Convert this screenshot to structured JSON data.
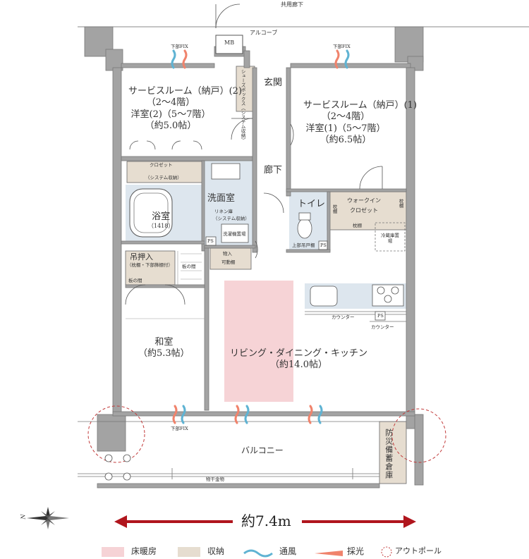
{
  "labels": {
    "corridor": "共用廊下",
    "alcove": "アルコーブ",
    "mb": "MB",
    "fix_top_left": "下部FIX",
    "fix_top_right": "下部FIX",
    "fix_bottom": "下部FIX",
    "entrance": "玄関",
    "hallway": "廊下",
    "shoebox": "シューズボックス（システム収納）",
    "closet": "クロゼット",
    "closet_sub": "（システム収納）",
    "washroom": "洗面室",
    "linen": "リネン庫",
    "linen_sub": "（システム収納）",
    "laundry": "洗濯機置場",
    "ps1": "PS",
    "ps2": "PS",
    "ps3": "PS",
    "toilet": "トイレ",
    "toilet_storage": "上部吊戸棚",
    "walkin_1": "ウォークイン",
    "walkin_2": "クロゼット",
    "shelf_1": "枕棚",
    "shelf_2": "枕棚",
    "shelf_3": "枕棚",
    "fridge": "冷蔵庫置場",
    "storage_1": "物入",
    "storage_2": "可動棚",
    "oshiire": "吊押入",
    "oshiire_sub": "（枕棚・下部飾棚付）",
    "board_1": "板の間",
    "board_2": "板の間",
    "counter_1": "カウンター",
    "counter_2": "カウンター",
    "balcony": "バルコニー",
    "laundry_pole": "物干金物",
    "emergency_storage": "防災備蓄倉庫",
    "north": "N"
  },
  "rooms": {
    "service2": [
      "サービスルーム（納戸）(2)",
      "（2〜4階）",
      "洋室(2)（5〜7階）",
      "（約5.0帖）"
    ],
    "service1": [
      "サービスルーム（納戸）(1)",
      "（2〜4階）",
      "洋室(1)（5〜7階）",
      "（約6.5帖）"
    ],
    "bath": [
      "浴室",
      "（1418）"
    ],
    "washitsu": [
      "和室",
      "（約5.3帖）"
    ],
    "ldk": [
      "リビング・ダイニング・キッチン",
      "（約14.0帖）"
    ]
  },
  "dimension": "約7.4m",
  "legend": [
    {
      "label": "床暖房",
      "color": "#f6d3d6"
    },
    {
      "label": "収納",
      "color": "#e6ddd0"
    },
    {
      "label": "通風",
      "color": "#5fb3d3"
    },
    {
      "label": "採光",
      "color": "#f0836c"
    },
    {
      "label": "アウトポール",
      "color": "#c23b3b"
    }
  ],
  "colors": {
    "wall": "#9a9a9a",
    "bath": "#dde6ee",
    "storage": "#e6ddd0",
    "floor_heat": "#f6d3d6",
    "arrow": "#b0151d"
  }
}
